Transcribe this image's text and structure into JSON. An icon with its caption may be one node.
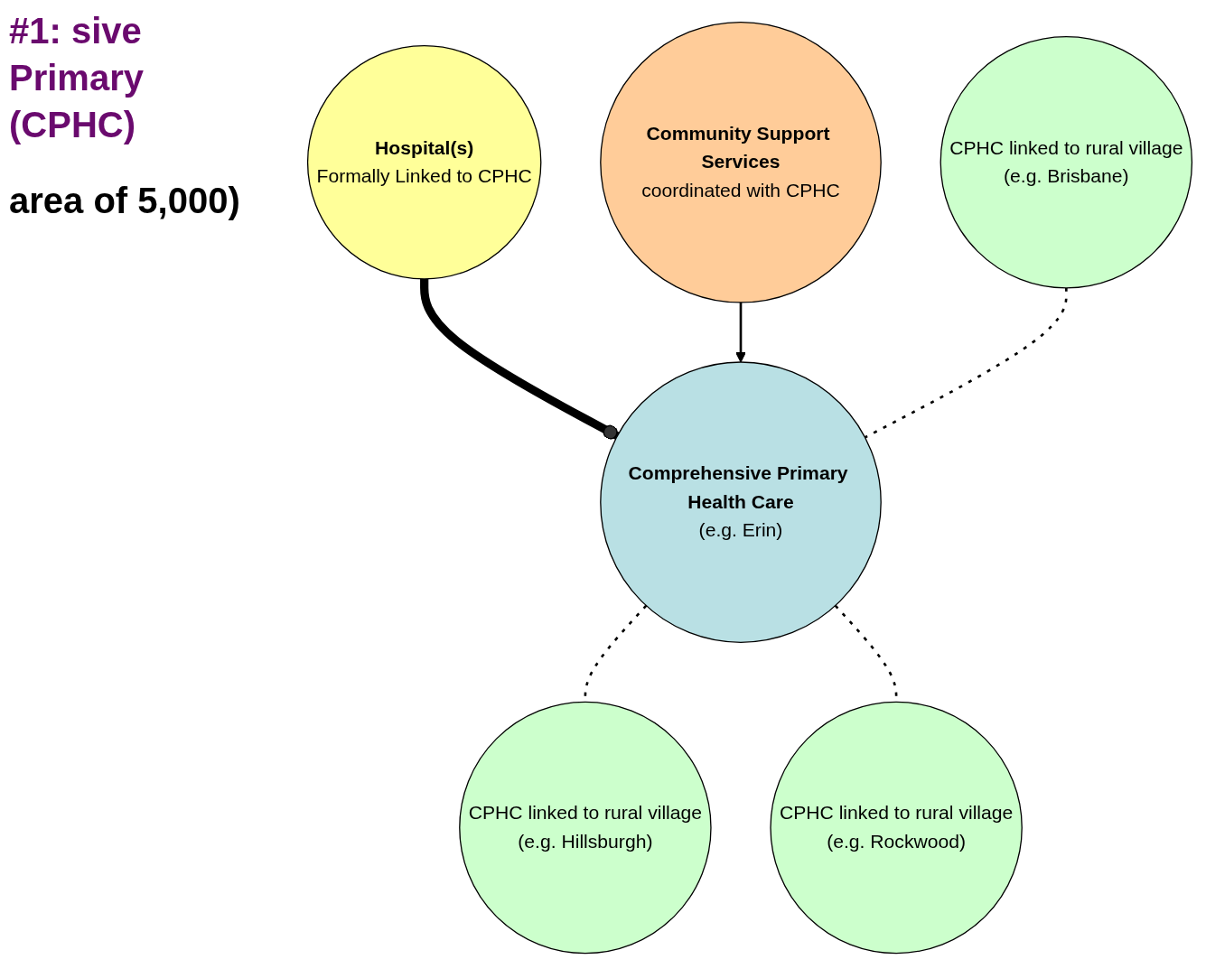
{
  "diagram": {
    "title": "#1: sive Primary (CPHC)",
    "nodes": [
      {
        "text": [
          "Hospital(s)",
          "Formally Linked to CPHC"
        ]
      },
      {
        "text": [
          "Community Support Services",
          "coordinated with CPHC"
        ]
      },
      {
        "text": [
          "CPHC linked to rural village",
          "(e.g. Brisbane)"
        ]
      },
      {
        "text": [
          "Comprehensive Primary Health Care",
          "(e.g. Erin)"
        ]
      },
      {
        "text": [
          "CPHC linked to rural village",
          "(e.g. Hillsburgh)"
        ]
      },
      {
        "text": [
          "CPHC linked to rural village",
          "(e.g. Rockwood)"
        ]
      }
    ],
    "edges": [
      {
        "from": 0,
        "to": 3,
        "arrow": "other",
        "style": "thick"
      },
      {
        "from": 1,
        "to": 3,
        "arrow": "to"
      },
      {
        "from": 2,
        "to": 3,
        "arrow": "none",
        "style": "dashed"
      },
      {
        "from": 3,
        "to": 4,
        "arrow": "none",
        "style": "dashed"
      },
      {
        "from": 3,
        "to": 5,
        "arrow": "none",
        "style": "dashed"
      }
    ],
    "labels": [
      "area of 5,000)"
    ]
  }
}
